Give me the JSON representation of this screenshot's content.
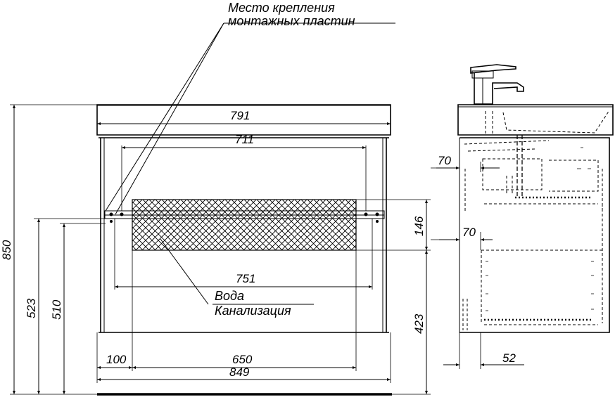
{
  "labels": {
    "mount_line1": "Место крепления",
    "mount_line2": "монтажных пластин",
    "water": "Вода",
    "sewer": "Канализация"
  },
  "dimensions": {
    "d791": "791",
    "d711": "711",
    "d751": "751",
    "d100": "100",
    "d650": "650",
    "d849": "849",
    "d850": "850",
    "d523": "523",
    "d510": "510",
    "d146": "146",
    "d423": "423",
    "d70a": "70",
    "d70b": "70",
    "d52": "52"
  }
}
